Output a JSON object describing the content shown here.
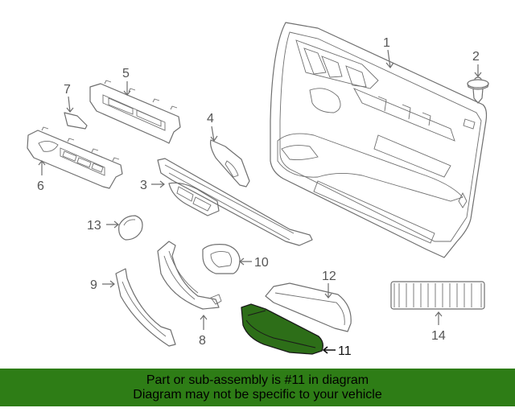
{
  "diagram": {
    "highlighted_part": "11",
    "highlight_color": "#2e7d16",
    "callouts": [
      "1",
      "2",
      "3",
      "4",
      "5",
      "6",
      "7",
      "8",
      "9",
      "10",
      "11",
      "12",
      "13",
      "14"
    ]
  },
  "banner": {
    "line1": "Part or sub-assembly is #11 in diagram",
    "line2": "Diagram may not be specific to your vehicle",
    "background": "#2e7d16"
  }
}
